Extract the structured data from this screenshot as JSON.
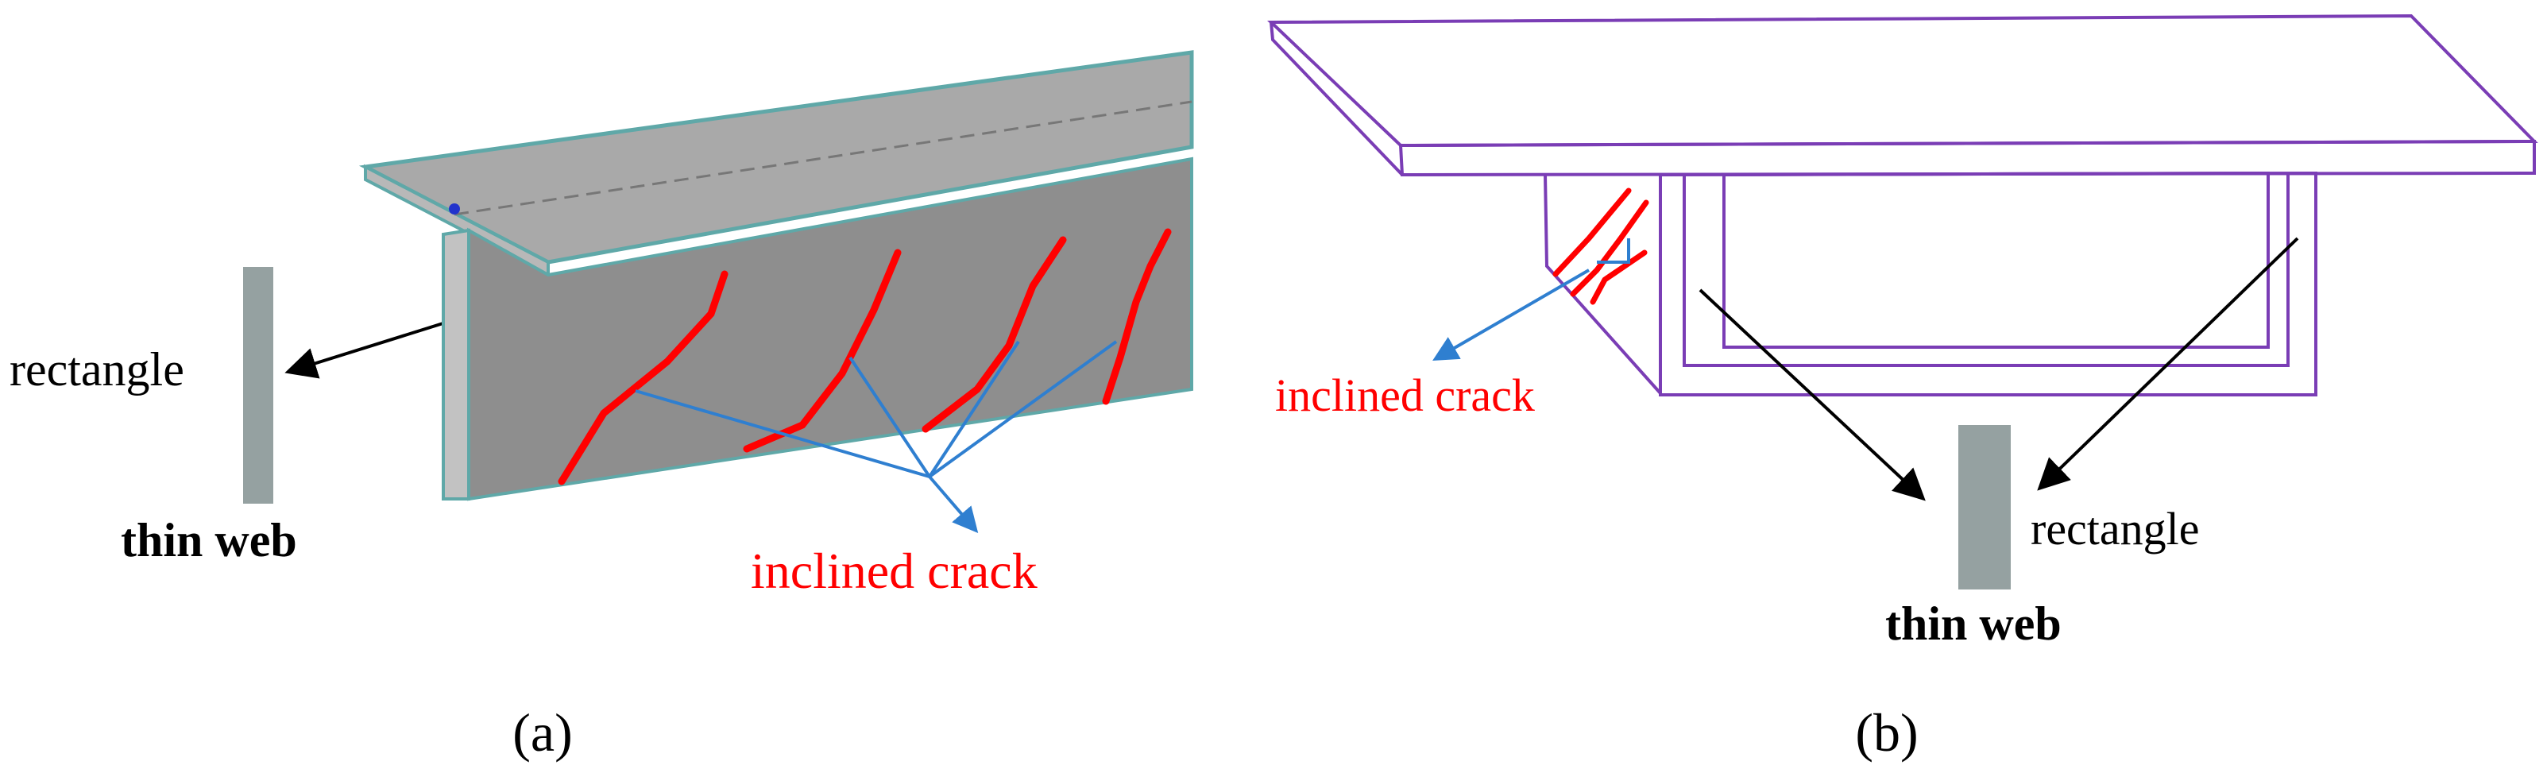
{
  "panel_a": {
    "caption": "(a)",
    "label_rectangle": "rectangle",
    "label_thin_web": "thin web",
    "label_crack": "inclined crack"
  },
  "panel_b": {
    "caption": "(b)",
    "label_rectangle": "rectangle",
    "label_thin_web": "thin web",
    "label_crack": "inclined crack"
  },
  "colors": {
    "beam_face": "#8e8e8e",
    "flange_top": "#a9a9a9",
    "flange_edge": "#5fa8a8",
    "crack": "#ff0000",
    "crack_leader": "#2f7fd0",
    "box_outline": "#7a3db5",
    "rect_fill": "#95a1a1",
    "arrow": "#000000"
  },
  "icons": [
    "arrow-icon",
    "rectangle-shape",
    "crack-line"
  ]
}
